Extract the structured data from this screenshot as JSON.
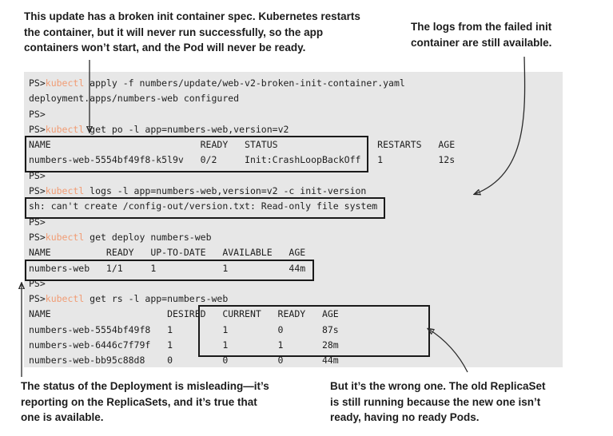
{
  "annotations": {
    "top_left": "This update has a broken init container spec. Kubernetes restarts\nthe container, but it will never run successfully, so the app\ncontainers won’t start, and the Pod will never be ready.",
    "top_right": "The logs from the failed init\ncontainer are still available.",
    "bottom_left": "The status of the Deployment is misleading—it’s\nreporting on the ReplicaSets, and it’s true that\none is available.",
    "bottom_right": "But it’s the wrong one. The old ReplicaSet\nis still running because the new one isn’t\nready, having no ready Pods."
  },
  "terminal": {
    "prompt": "PS>",
    "command_word": "kubectl",
    "colors": {
      "background": "#e7e7e7",
      "text": "#1e1e1e",
      "command": "#f19c74",
      "highlight_box_border": "#1a1a1a"
    },
    "lines": [
      "PS>kubectl apply -f numbers/update/web-v2-broken-init-container.yaml",
      "deployment.apps/numbers-web configured",
      "PS>",
      "PS>kubectl get po -l app=numbers-web,version=v2",
      "NAME                           READY   STATUS                  RESTARTS   AGE",
      "numbers-web-5554bf49f8-k5l9v   0/2     Init:CrashLoopBackOff   1          12s",
      "PS>",
      "PS>kubectl logs -l app=numbers-web,version=v2 -c init-version",
      "sh: can't create /config-out/version.txt: Read-only file system",
      "PS>",
      "PS>kubectl get deploy numbers-web",
      "NAME          READY   UP-TO-DATE   AVAILABLE   AGE",
      "numbers-web   1/1     1            1           44m",
      "PS>",
      "PS>kubectl get rs -l app=numbers-web",
      "NAME                     DESIRED   CURRENT   READY   AGE",
      "numbers-web-5554bf49f8   1         1         0       87s",
      "numbers-web-6446c7f79f   1         1         1       28m",
      "numbers-web-bb95c88d8    0         0         0       44m"
    ],
    "tables": {
      "pods": {
        "headers": [
          "NAME",
          "READY",
          "STATUS",
          "RESTARTS",
          "AGE"
        ],
        "rows": [
          [
            "numbers-web-5554bf49f8-k5l9v",
            "0/2",
            "Init:CrashLoopBackOff",
            "1",
            "12s"
          ]
        ]
      },
      "log_output": "sh: can't create /config-out/version.txt: Read-only file system",
      "deployments": {
        "headers": [
          "NAME",
          "READY",
          "UP-TO-DATE",
          "AVAILABLE",
          "AGE"
        ],
        "rows": [
          [
            "numbers-web",
            "1/1",
            "1",
            "1",
            "44m"
          ]
        ]
      },
      "replicasets": {
        "headers": [
          "NAME",
          "DESIRED",
          "CURRENT",
          "READY",
          "AGE"
        ],
        "rows": [
          [
            "numbers-web-5554bf49f8",
            "1",
            "1",
            "0",
            "87s"
          ],
          [
            "numbers-web-6446c7f79f",
            "1",
            "1",
            "1",
            "28m"
          ],
          [
            "numbers-web-bb95c88d8",
            "0",
            "0",
            "0",
            "44m"
          ]
        ]
      }
    },
    "highlight_boxes": [
      "pod-status-init-crashloopbackoff",
      "init-container-log-readonly-filesystem",
      "deployment-status-row",
      "replicaset-desired-current-ready-columns"
    ]
  }
}
